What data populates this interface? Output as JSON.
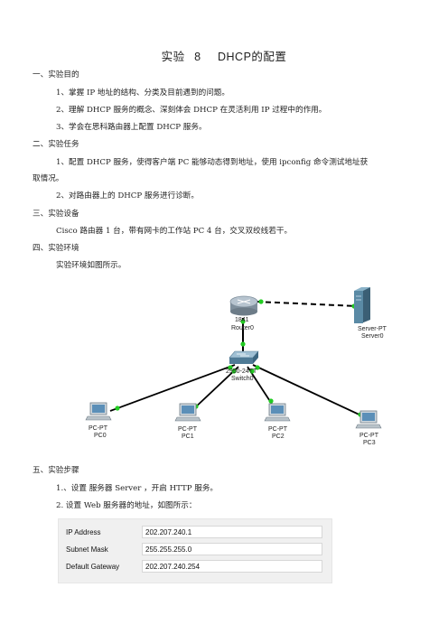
{
  "title": {
    "prefix": "实验",
    "number": "8",
    "name": "DHCP的配置"
  },
  "sections": {
    "purpose": "一、实验目的",
    "tasks": "二、实验任务",
    "equipment": "三、实验设备",
    "environment": "四、实验环境",
    "steps": "五、实验步骤"
  },
  "purpose_items": [
    "1、掌握 IP 地址的结构、分类及目前遇到的问题。",
    "2、理解 DHCP 服务的概念、深刻体会 DHCP 在灵活利用 IP 过程中的作用。",
    "3、学会在思科路由器上配置 DHCP 服务。"
  ],
  "task_items": {
    "line1a": "1、配置 DHCP 服务，使得客户端 PC 能够动态得到地址，使用 ipconfig 命令测试地址获",
    "line1b": "取情况。",
    "line2": "2、对路由器上的 DHCP 服务进行诊断。"
  },
  "equipment_text": "Cisco 路由器 1 台，带有网卡的工作站 PC 4 台，交叉双绞线若干。",
  "environment_text": "实验环境如图所示。",
  "topology": {
    "router": {
      "model": "1841",
      "name": "Router0"
    },
    "server": {
      "model": "Server-PT",
      "name": "Server0"
    },
    "switch": {
      "model": "2950-24TT",
      "name": "Switch0"
    },
    "pcs": [
      {
        "model": "PC-PT",
        "name": "PC0"
      },
      {
        "model": "PC-PT",
        "name": "PC1"
      },
      {
        "model": "PC-PT",
        "name": "PC2"
      },
      {
        "model": "PC-PT",
        "name": "PC3"
      }
    ],
    "colors": {
      "link": "#000000",
      "link_up": "#22cc22",
      "router": "#8a9aa8",
      "switch": "#6a8fa8",
      "server": "#4f7891",
      "pc_screen": "#5b8fb8"
    }
  },
  "step_items": [
    "1.、设置 服务器 Server ，开启 HTTP 服务。",
    "2. 设置 Web 服务器的地址，如图所示："
  ],
  "ip_config": [
    {
      "label": "IP Address",
      "value": "202.207.240.1"
    },
    {
      "label": "Subnet Mask",
      "value": "255.255.255.0"
    },
    {
      "label": "Default Gateway",
      "value": "202.207.240.254"
    }
  ]
}
